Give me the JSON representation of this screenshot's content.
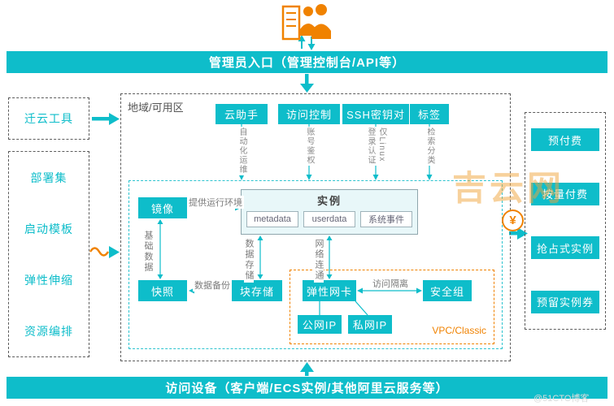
{
  "banners": {
    "top": "管理员入口（管理控制台/API等）",
    "bottom": "访问设备（客户端/ECS实例/其他阿里云服务等）"
  },
  "left_panel": {
    "migration_tool": "迁云工具",
    "items": [
      "部署集",
      "启动模板",
      "弹性伸缩",
      "资源编排"
    ]
  },
  "right_panel": {
    "items": [
      "预付费",
      "按量付费",
      "抢占式实例",
      "预留实例券"
    ]
  },
  "billing": {
    "symbol": "¥"
  },
  "region": {
    "label": "地域/可用区",
    "services": [
      {
        "label": "云助手",
        "note_lines": [
          "自动化运维"
        ]
      },
      {
        "label": "访问控制",
        "note_lines": [
          "账号鉴权"
        ]
      },
      {
        "label": "SSH密钥对",
        "note_lines": [
          "登录认证",
          "仅Linux"
        ]
      },
      {
        "label": "标签",
        "note_lines": [
          "检索分类"
        ]
      }
    ],
    "nodes": {
      "image": "镜像",
      "snapshot": "快照",
      "block_storage": "块存储",
      "eni": "弹性网卡",
      "security_group": "安全组",
      "public_ip": "公网IP",
      "private_ip": "私网IP"
    },
    "instance": {
      "title": "实例",
      "components": [
        "metadata",
        "userdata",
        "系统事件"
      ]
    },
    "edge_labels": {
      "runtime": "提供运行环境",
      "base_data": "基础数据",
      "backup": "数据备份",
      "storage": "数据存储",
      "network": "网络连通",
      "isolation": "访问隔离"
    },
    "network_zone_label": "VPC/Classic"
  },
  "watermark": {
    "large": "吉云网",
    "small": "@51CTO博客"
  },
  "colors": {
    "teal": "#0ebdca",
    "orange": "#f08200"
  }
}
